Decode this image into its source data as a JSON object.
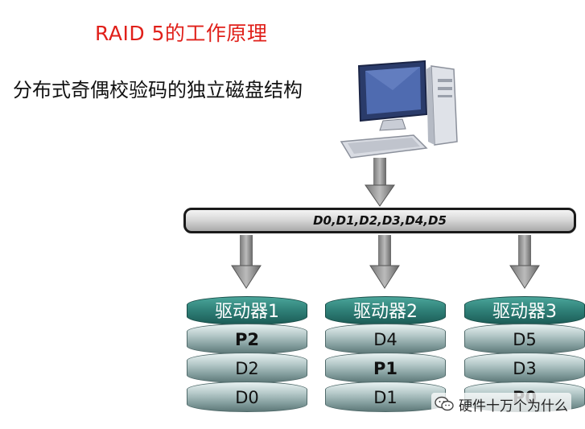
{
  "title": "RAID 5的工作原理",
  "subtitle": "分布式奇偶校验码的独立磁盘结构",
  "bus_label": "D0,D1,D2,D3,D4,D5",
  "drives": [
    {
      "label": "驱动器1",
      "blocks": [
        {
          "text": "P2",
          "bold": true
        },
        {
          "text": "D2",
          "bold": false
        },
        {
          "text": "D0",
          "bold": false
        }
      ]
    },
    {
      "label": "驱动器2",
      "blocks": [
        {
          "text": "D4",
          "bold": false
        },
        {
          "text": "P1",
          "bold": true
        },
        {
          "text": "D1",
          "bold": false
        }
      ]
    },
    {
      "label": "驱动器3",
      "blocks": [
        {
          "text": "D5",
          "bold": false
        },
        {
          "text": "D3",
          "bold": false
        },
        {
          "text": "P0",
          "bold": true
        }
      ]
    }
  ],
  "watermark": "硬件十万个为什么",
  "colors": {
    "title": "#e0201a",
    "drive_head": "#2f7f77",
    "disk": "#b9cccc"
  }
}
